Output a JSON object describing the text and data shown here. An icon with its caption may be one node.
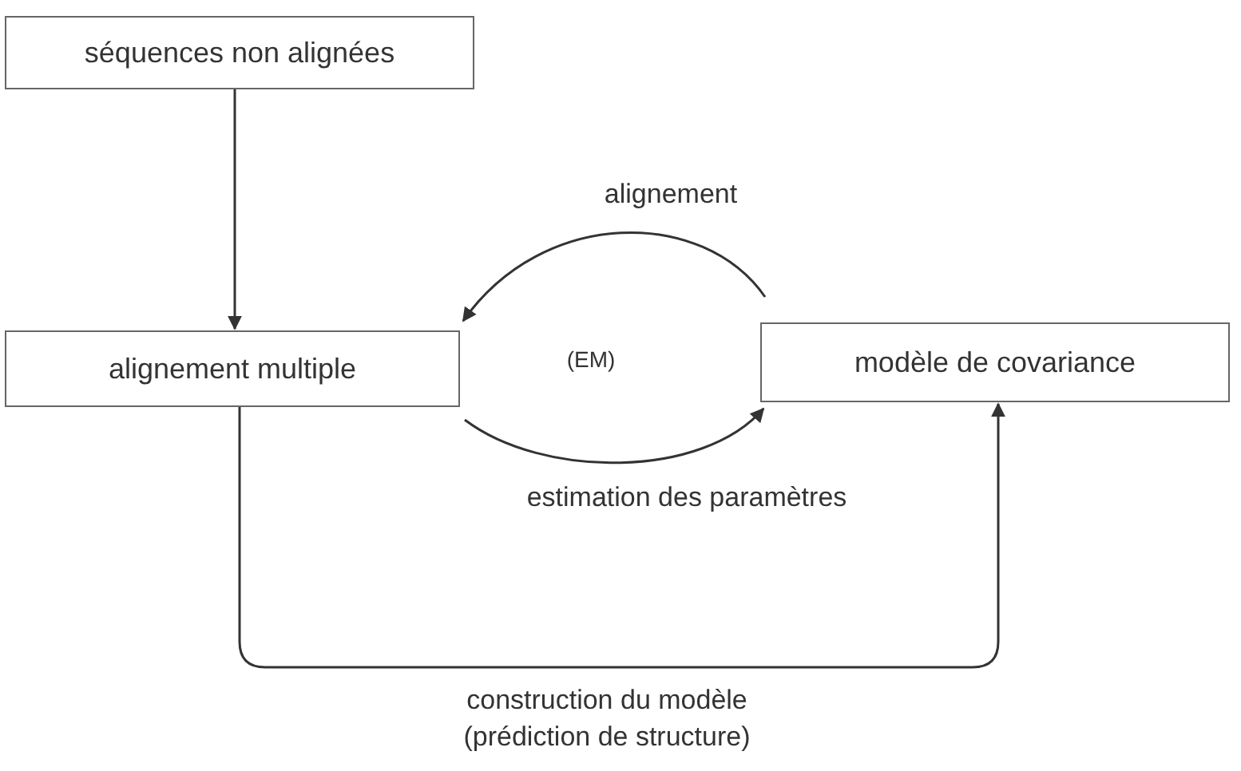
{
  "diagram": {
    "nodes": [
      {
        "text": [
          "séquences non alignées"
        ]
      },
      {
        "text": [
          "alignement multiple"
        ]
      },
      {
        "text": [
          "modèle de covariance"
        ]
      }
    ],
    "edges": [
      {
        "from": 0,
        "to": 1,
        "arrow": "to"
      },
      {
        "from": 2,
        "to": 1,
        "arrow": "to",
        "label": "alignement"
      },
      {
        "from": 1,
        "to": 2,
        "arrow": "to",
        "label": "estimation des paramètres"
      },
      {
        "from": 1,
        "to": 2,
        "arrow": "to",
        "label": "construction du modèle (prédiction de structure)"
      }
    ],
    "labels": [
      "(EM)"
    ]
  }
}
